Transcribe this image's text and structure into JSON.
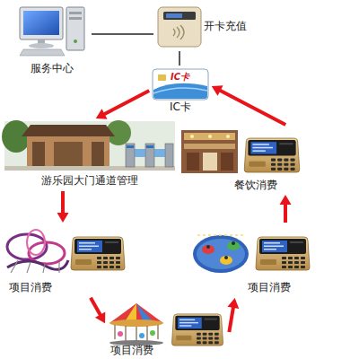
{
  "diagram": {
    "nodes": [
      {
        "text": [
          "服务中心"
        ]
      },
      {
        "text": [
          "开卡充值"
        ]
      },
      {
        "text": [
          "IC卡",
          "IC卡"
        ]
      },
      {
        "text": [
          "游乐园大门通道管理"
        ]
      },
      {
        "text": [
          "项目消费"
        ]
      },
      {
        "text": [
          "项目消费"
        ]
      },
      {
        "text": [
          "项目消费"
        ]
      },
      {
        "text": [
          "餐饮消费"
        ]
      }
    ],
    "edges": [
      {
        "from": 0,
        "to": 1,
        "arrow": "none"
      },
      {
        "from": 1,
        "to": 2,
        "arrow": "none"
      },
      {
        "from": 2,
        "to": 3,
        "arrow": "to"
      },
      {
        "from": 3,
        "to": 4,
        "arrow": "to"
      },
      {
        "from": 4,
        "to": 5,
        "arrow": "to"
      },
      {
        "from": 5,
        "to": 6,
        "arrow": "to"
      },
      {
        "from": 6,
        "to": 7,
        "arrow": "to"
      },
      {
        "from": 7,
        "to": 2,
        "arrow": "to"
      }
    ]
  }
}
